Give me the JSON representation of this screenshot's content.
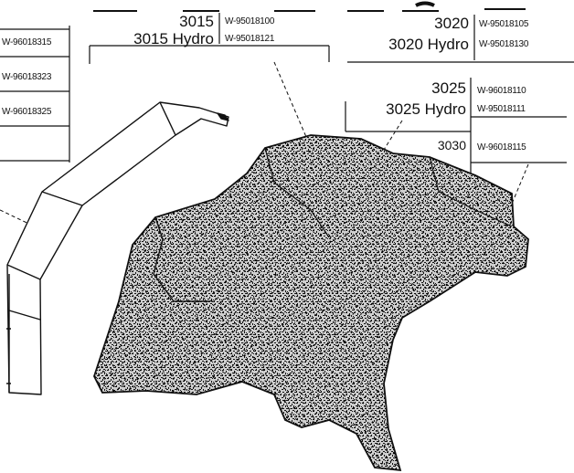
{
  "labels": {
    "left_col": {
      "pn1": "W-96018315",
      "pn2": "W-96018323",
      "pn3": "W-96018325"
    },
    "col_3015": {
      "model": "3015",
      "model_hydro": "3015 Hydro",
      "pn1": "W-95018100",
      "pn2": "W-95018121"
    },
    "col_3020": {
      "model": "3020",
      "model_hydro": "3020 Hydro",
      "pn1": "W-95018105",
      "pn2": "W-95018130"
    },
    "col_3025": {
      "model": "3025",
      "model_hydro": "3025 Hydro",
      "pn1": "W-96018110",
      "pn2": "W-95018111"
    },
    "col_3030": {
      "model": "3030",
      "pn1": "W-96018115"
    }
  }
}
